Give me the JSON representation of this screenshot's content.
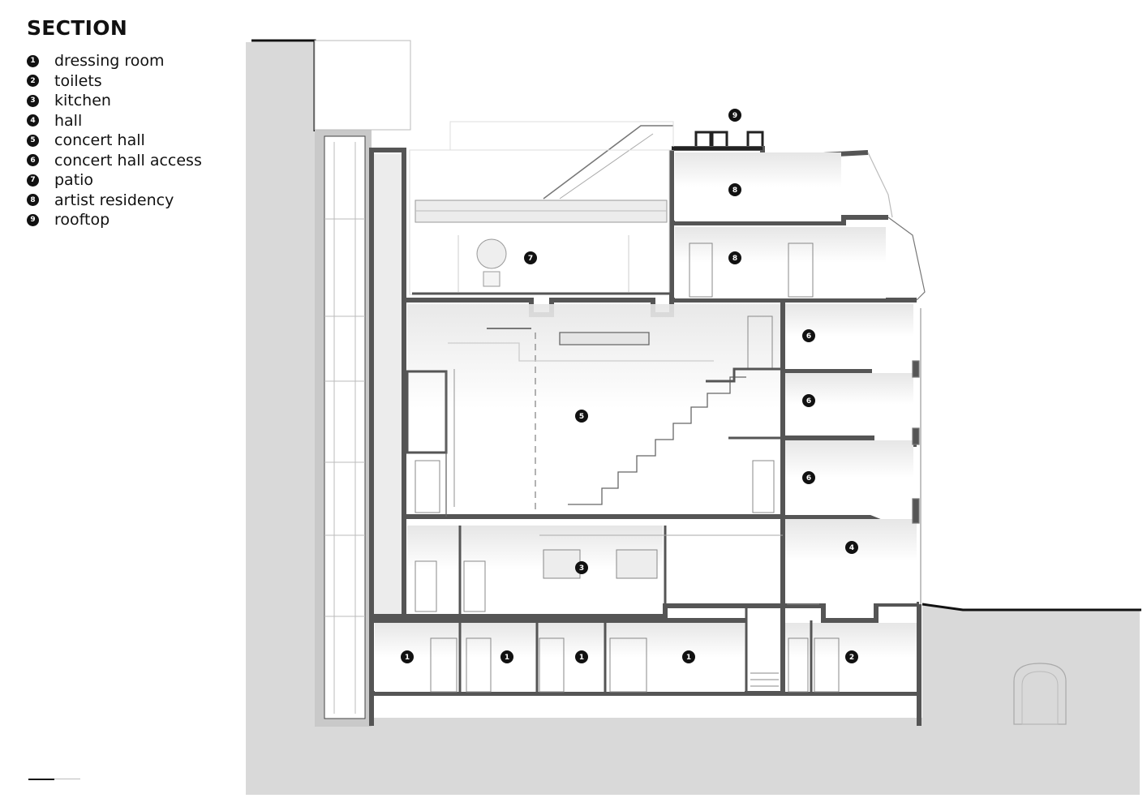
{
  "title": "SECTION",
  "legend": [
    {
      "num": "1",
      "label": "dressing room"
    },
    {
      "num": "2",
      "label": "toilets"
    },
    {
      "num": "3",
      "label": "kitchen"
    },
    {
      "num": "4",
      "label": "hall"
    },
    {
      "num": "5",
      "label": "concert hall"
    },
    {
      "num": "6",
      "label": "concert hall access"
    },
    {
      "num": "7",
      "label": "patio"
    },
    {
      "num": "8",
      "label": "artist residency"
    },
    {
      "num": "9",
      "label": "rooftop"
    }
  ],
  "markers": {
    "dressing_1": "1",
    "dressing_2": "1",
    "dressing_3": "1",
    "dressing_4": "1",
    "toilets": "2",
    "kitchen": "3",
    "hall": "4",
    "concert_hall": "5",
    "access_1": "6",
    "access_2": "6",
    "access_3": "6",
    "patio": "7",
    "residency_1": "8",
    "residency_2": "8",
    "rooftop": "9"
  },
  "colors": {
    "ground": "#d9d9d9",
    "wall": "#c9c9c9",
    "line": "#333333",
    "marker": "#111111"
  }
}
